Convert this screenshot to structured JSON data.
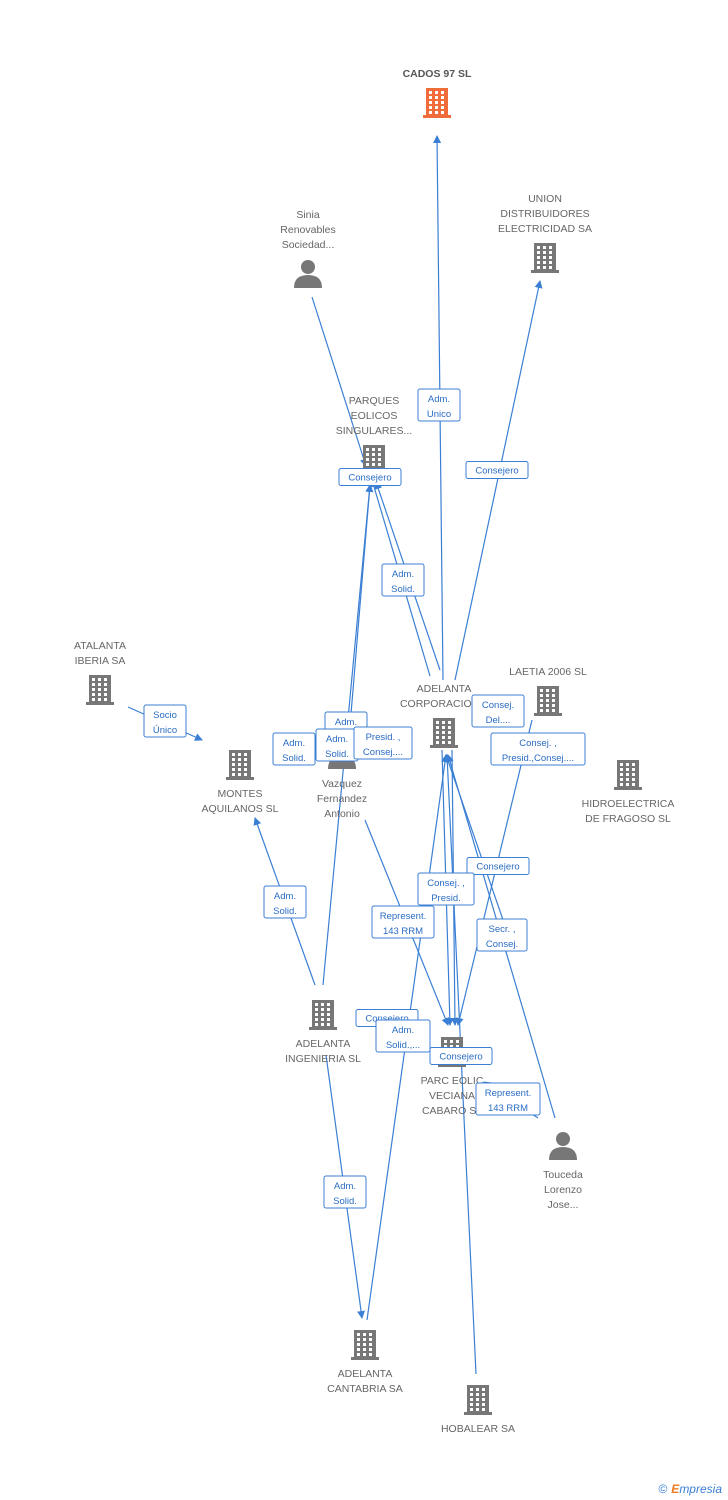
{
  "colors": {
    "focus": "#f26b3a",
    "node": "#777777",
    "edge": "#3b7fd4"
  },
  "nodes": [
    {
      "id": "cados",
      "type": "company",
      "focus": true,
      "lines": [
        "CADOS 97 SL"
      ],
      "icon": "building-icon"
    },
    {
      "id": "sinia",
      "type": "person",
      "lines": [
        "Sinia",
        "Renovables",
        "Sociedad..."
      ],
      "icon": "person-icon"
    },
    {
      "id": "union",
      "type": "company",
      "lines": [
        "UNION",
        "DISTRIBUIDORES",
        "ELECTRICIDAD SA"
      ],
      "icon": "building-icon"
    },
    {
      "id": "parques",
      "type": "company",
      "lines": [
        "PARQUES",
        "EOLICOS",
        "SINGULARES..."
      ],
      "icon": "building-icon"
    },
    {
      "id": "atalanta",
      "type": "company",
      "lines": [
        "ATALANTA",
        "IBERIA SA"
      ],
      "icon": "building-icon"
    },
    {
      "id": "montes",
      "type": "company",
      "lines": [
        "MONTES",
        "AQUILANOS SL"
      ],
      "icon": "building-icon"
    },
    {
      "id": "vazquez",
      "type": "person",
      "lines": [
        "Vazquez",
        "Fernandez",
        "Antonio"
      ],
      "icon": "person-icon"
    },
    {
      "id": "adelanta_corp",
      "type": "company",
      "lines": [
        "ADELANTA",
        "CORPORACION..."
      ],
      "icon": "building-icon"
    },
    {
      "id": "laetia",
      "type": "company",
      "lines": [
        "LAETIA 2006 SL"
      ],
      "icon": "building-icon"
    },
    {
      "id": "hidro",
      "type": "company",
      "lines": [
        "HIDROELECTRICA",
        "DE FRAGOSO SL"
      ],
      "icon": "building-icon"
    },
    {
      "id": "adelanta_ing",
      "type": "company",
      "lines": [
        "ADELANTA",
        "INGENIERIA SL"
      ],
      "icon": "building-icon"
    },
    {
      "id": "parc_eolic",
      "type": "company",
      "lines": [
        "PARC EOLIC",
        "VECIANA",
        "CABARO SL"
      ],
      "icon": "building-icon"
    },
    {
      "id": "touceda",
      "type": "person",
      "lines": [
        "Touceda",
        "Lorenzo",
        "Jose..."
      ],
      "icon": "person-icon"
    },
    {
      "id": "adelanta_cant",
      "type": "company",
      "lines": [
        "ADELANTA",
        "CANTABRIA SA"
      ],
      "icon": "building-icon"
    },
    {
      "id": "hobalear",
      "type": "company",
      "lines": [
        "HOBALEAR SA"
      ],
      "icon": "building-icon"
    }
  ],
  "relations": [
    {
      "id": "r1",
      "lines": [
        "Adm.",
        "Unico"
      ]
    },
    {
      "id": "r2",
      "lines": [
        "Consejero"
      ]
    },
    {
      "id": "r3",
      "lines": [
        "Consejero"
      ]
    },
    {
      "id": "r4",
      "lines": [
        "Adm.",
        "Solid."
      ]
    },
    {
      "id": "r5",
      "lines": [
        "Socio",
        "Único"
      ]
    },
    {
      "id": "r6",
      "lines": [
        "Adm.",
        "Solid."
      ]
    },
    {
      "id": "r7",
      "lines": [
        "Adm.",
        "Solid."
      ]
    },
    {
      "id": "r8",
      "lines": [
        "Adm.",
        "Solid."
      ]
    },
    {
      "id": "r9",
      "lines": [
        "Presid. ,",
        "Consej...."
      ]
    },
    {
      "id": "r10",
      "lines": [
        "Consej.",
        "Del...."
      ]
    },
    {
      "id": "r11",
      "lines": [
        "Consej. ,",
        "Presid.,Consej...."
      ]
    },
    {
      "id": "r12",
      "lines": [
        "Consejero"
      ]
    },
    {
      "id": "r13",
      "lines": [
        "Consej. ,",
        "Presid."
      ]
    },
    {
      "id": "r14",
      "lines": [
        "Represent.",
        "143 RRM"
      ]
    },
    {
      "id": "r15",
      "lines": [
        "Secr. ,",
        "Consej."
      ]
    },
    {
      "id": "r16",
      "lines": [
        "Adm.",
        "Solid."
      ]
    },
    {
      "id": "r17",
      "lines": [
        "Consejero"
      ]
    },
    {
      "id": "r18",
      "lines": [
        "Adm.",
        "Solid.,..."
      ]
    },
    {
      "id": "r19",
      "lines": [
        "Consejero"
      ]
    },
    {
      "id": "r20",
      "lines": [
        "Represent.",
        "143 RRM"
      ]
    },
    {
      "id": "r21",
      "lines": [
        "Adm.",
        "Solid."
      ]
    }
  ],
  "watermark": {
    "copyright": "©",
    "brand_initial": "E",
    "brand_rest": "mpresia"
  }
}
